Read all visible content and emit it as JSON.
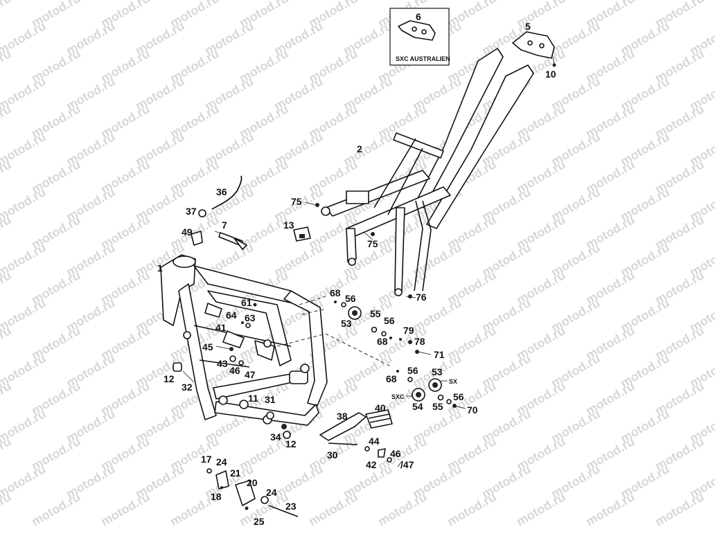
{
  "watermark": "motod.ru",
  "inset_label": "SXC AUSTRALIEN",
  "variant_labels": {
    "sx": "SX",
    "sxc": "SXC"
  },
  "callouts": {
    "c1": "1",
    "c2": "2",
    "c5": "5",
    "c6": "6",
    "c7": "7",
    "c10": "10",
    "c11": "11",
    "c12a": "12",
    "c12b": "12",
    "c13": "13",
    "c17": "17",
    "c18": "18",
    "c20": "20",
    "c21": "21",
    "c23": "23",
    "c24a": "24",
    "c24b": "24",
    "c25": "25",
    "c30": "30",
    "c31": "31",
    "c32": "32",
    "c34": "34",
    "c36": "36",
    "c37": "37",
    "c38": "38",
    "c40": "40",
    "c41": "41",
    "c42": "42",
    "c43": "43",
    "c44": "44",
    "c45": "45",
    "c46a": "46",
    "c46b": "46",
    "c47a": "47",
    "c47b": "/47",
    "c49": "49",
    "c53a": "53",
    "c53b": "53",
    "c54": "54",
    "c55a": "55",
    "c55b": "55",
    "c56a": "56",
    "c56b": "56",
    "c56c": "56",
    "c56d": "56",
    "c61": "61",
    "c63": "63",
    "c64": "64",
    "c68a": "68",
    "c68b": "68",
    "c68c": "68",
    "c70": "70",
    "c71": "71",
    "c75a": "75",
    "c75b": "75",
    "c76": "76",
    "c78": "78",
    "c79": "79"
  }
}
